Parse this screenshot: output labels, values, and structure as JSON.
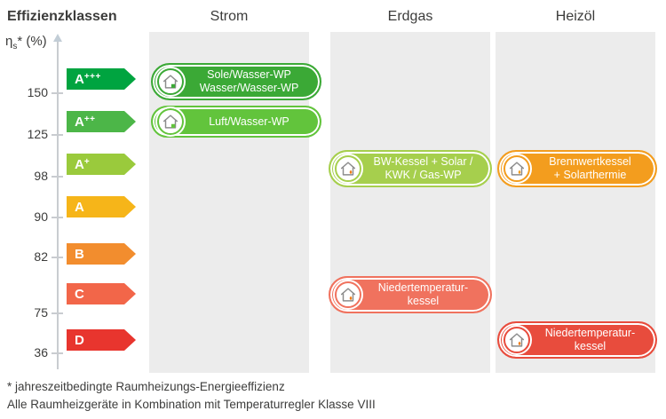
{
  "header": {
    "title": "Effizienzklassen",
    "columns": [
      {
        "label": "Strom"
      },
      {
        "label": "Erdgas"
      },
      {
        "label": "Heizöl"
      }
    ]
  },
  "axis": {
    "label_base": "η",
    "label_sub": "s",
    "label_rest": "* (%)",
    "ticks": [
      "150",
      "125",
      "98",
      "90",
      "82",
      "75",
      "36"
    ]
  },
  "classes": [
    {
      "base": "A",
      "sup": "+++",
      "color": "#00a440"
    },
    {
      "base": "A",
      "sup": "++",
      "color": "#4cb648"
    },
    {
      "base": "A",
      "sup": "+",
      "color": "#9aca3c"
    },
    {
      "base": "A",
      "sup": "",
      "color": "#f6b519"
    },
    {
      "base": "B",
      "sup": "",
      "color": "#f28d2e"
    },
    {
      "base": "C",
      "sup": "",
      "color": "#f26649"
    },
    {
      "base": "D",
      "sup": "",
      "color": "#e8352e"
    }
  ],
  "badges": [
    {
      "column": "Strom",
      "lines": [
        "Sole/Wasser-WP",
        "Wasser/Wasser-WP"
      ],
      "color": "#3ba936",
      "icon": "brine-water-heat-pump-house-icon"
    },
    {
      "column": "Strom",
      "lines": [
        "Luft/Wasser-WP",
        ""
      ],
      "color": "#62c43c",
      "icon": "air-water-heat-pump-house-icon"
    },
    {
      "column": "Erdgas",
      "lines": [
        "BW-Kessel + Solar /",
        "KWK / Gas-WP"
      ],
      "color": "#a6cf4d",
      "icon": "gas-condensing-house-icon"
    },
    {
      "column": "Heizöl",
      "lines": [
        "Brennwertkessel",
        "+ Solarthermie"
      ],
      "color": "#f39d1e",
      "icon": "oil-condensing-solar-house-icon"
    },
    {
      "column": "Erdgas",
      "lines": [
        "Niedertemperatur-",
        "kessel"
      ],
      "color": "#f0725e",
      "icon": "gas-low-temperature-boiler-house-icon"
    },
    {
      "column": "Heizöl",
      "lines": [
        "Niedertemperatur-",
        "kessel"
      ],
      "color": "#e84c3d",
      "icon": "oil-low-temperature-boiler-house-icon"
    }
  ],
  "footnotes": [
    "* jahreszeitbedingte Raumheizungs-Energieeffizienz",
    "Alle Raumheizgeräte in Kombination mit Temperaturregler Klasse VIII"
  ]
}
